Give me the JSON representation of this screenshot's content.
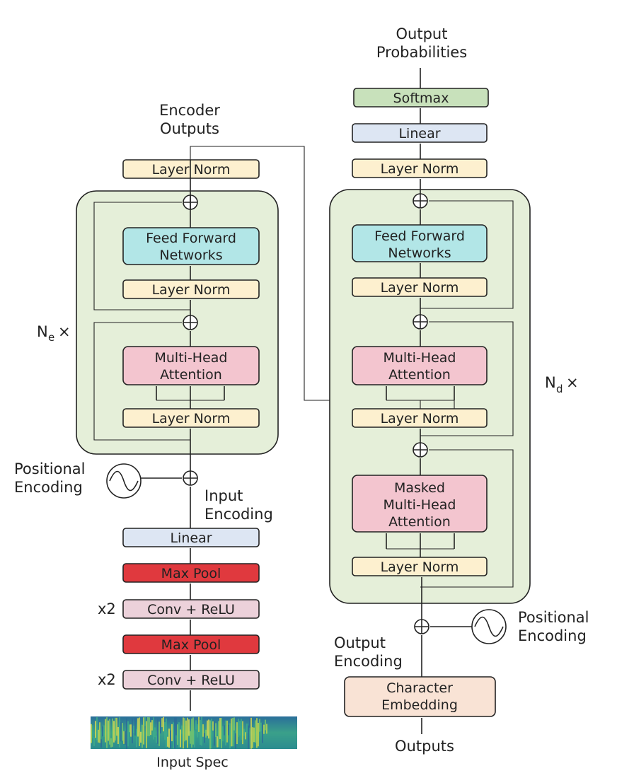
{
  "encoder": {
    "outputs_label": [
      "Encoder",
      "Outputs"
    ],
    "repeat_label": "N",
    "repeat_sub": "e",
    "repeat_times": "×",
    "input_encoding_label": [
      "Input",
      "Encoding"
    ],
    "positional_encoding_label": [
      "Positional",
      "Encoding"
    ],
    "layer_norm_top": "Layer Norm",
    "feed_forward": [
      "Feed Forward",
      "Networks"
    ],
    "layer_norm_mid": "Layer Norm",
    "multi_head_attention": [
      "Multi-Head",
      "Attention"
    ],
    "layer_norm_bottom": "Layer Norm",
    "linear": "Linear",
    "max_pool_top": "Max Pool",
    "conv_relu_top": "Conv + ReLU",
    "conv_relu_top_mult": "x2",
    "max_pool_bottom": "Max Pool",
    "conv_relu_bottom": "Conv + ReLU",
    "conv_relu_bottom_mult": "x2",
    "input_spec_label": "Input Spec"
  },
  "decoder": {
    "output_probabilities_label": [
      "Output",
      "Probabilities"
    ],
    "softmax": "Softmax",
    "linear": "Linear",
    "layer_norm_top": "Layer Norm",
    "feed_forward": [
      "Feed Forward",
      "Networks"
    ],
    "layer_norm_ff": "Layer Norm",
    "multi_head_attention": [
      "Multi-Head",
      "Attention"
    ],
    "layer_norm_mha": "Layer Norm",
    "masked_attention": [
      "Masked",
      "Multi-Head",
      "Attention"
    ],
    "layer_norm_bottom": "Layer Norm",
    "repeat_label": "N",
    "repeat_sub": "d",
    "repeat_times": "×",
    "positional_encoding_label": [
      "Positional",
      "Encoding"
    ],
    "output_encoding_label": [
      "Output",
      "Encoding"
    ],
    "character_embedding": [
      "Character",
      "Embedding"
    ],
    "outputs_label": "Outputs"
  },
  "colors": {
    "layer_norm": "#fdf0cf",
    "feed_forward": "#b2e6e7",
    "attention": "#f3c5cf",
    "linear": "#dde6f3",
    "softmax": "#c8e1bb",
    "max_pool": "#e0393e",
    "conv": "#ecd1da",
    "embedding": "#f9e3d5",
    "block_bg": "#e5efd9",
    "spectrogram_base": "#2a8a8e"
  }
}
